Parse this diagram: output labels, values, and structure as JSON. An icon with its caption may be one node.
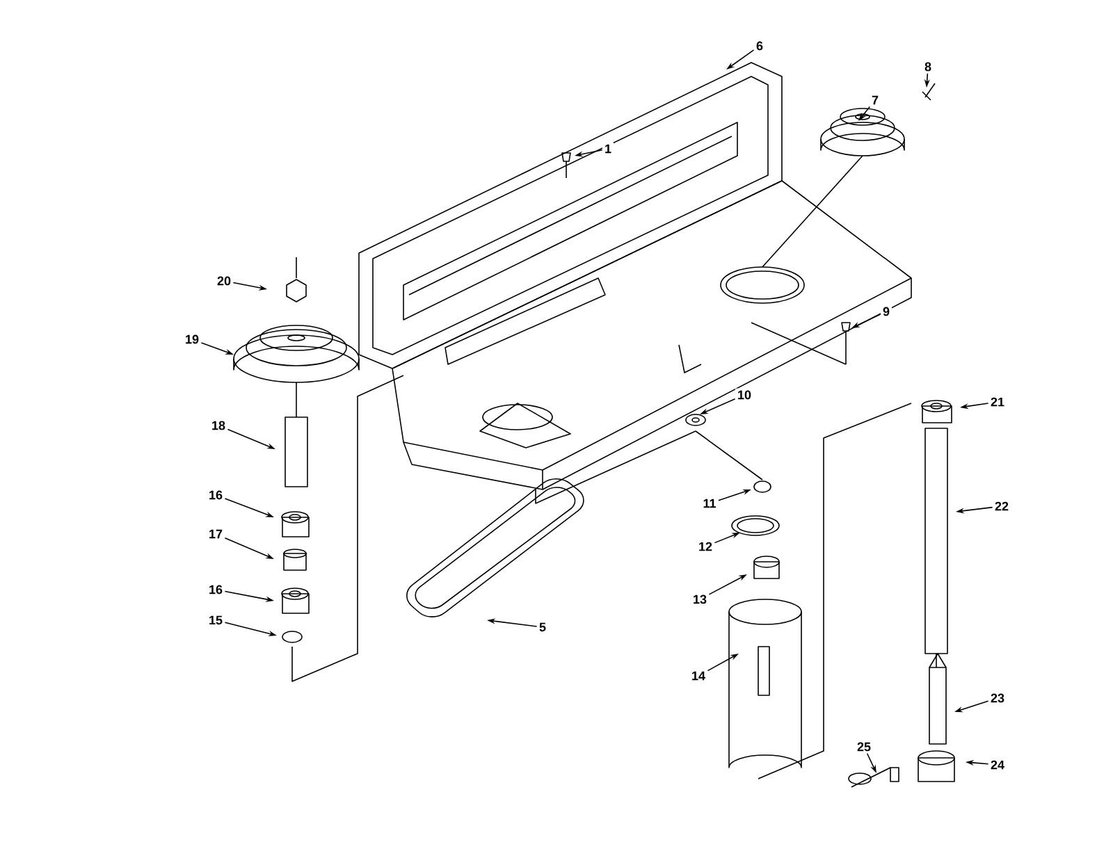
{
  "diagram": {
    "nodes": [
      {
        "text": [
          "6"
        ]
      },
      {
        "text": [
          "8"
        ]
      },
      {
        "text": [
          "7"
        ]
      },
      {
        "text": [
          "1"
        ]
      },
      {
        "text": [
          "20"
        ]
      },
      {
        "text": [
          "9"
        ]
      },
      {
        "text": [
          "19"
        ]
      },
      {
        "text": [
          "10"
        ]
      },
      {
        "text": [
          "21"
        ]
      },
      {
        "text": [
          "18"
        ]
      },
      {
        "text": [
          "16"
        ]
      },
      {
        "text": [
          "11"
        ]
      },
      {
        "text": [
          "22"
        ]
      },
      {
        "text": [
          "17"
        ]
      },
      {
        "text": [
          "12"
        ]
      },
      {
        "text": [
          "16"
        ]
      },
      {
        "text": [
          "13"
        ]
      },
      {
        "text": [
          "15"
        ]
      },
      {
        "text": [
          "5"
        ]
      },
      {
        "text": [
          "14"
        ]
      },
      {
        "text": [
          "23"
        ]
      },
      {
        "text": [
          "25"
        ]
      },
      {
        "text": [
          "24"
        ]
      }
    ],
    "edges": [
      {
        "from": 0,
        "to": null,
        "arrow": "to"
      },
      {
        "from": 1,
        "to": null,
        "arrow": "to"
      },
      {
        "from": 2,
        "to": null,
        "arrow": "to"
      },
      {
        "from": 3,
        "to": null,
        "arrow": "to"
      },
      {
        "from": 4,
        "to": null,
        "arrow": "to"
      },
      {
        "from": 5,
        "to": null,
        "arrow": "to"
      },
      {
        "from": 6,
        "to": null,
        "arrow": "to"
      },
      {
        "from": 7,
        "to": null,
        "arrow": "to"
      },
      {
        "from": 8,
        "to": null,
        "arrow": "to"
      },
      {
        "from": 9,
        "to": null,
        "arrow": "to"
      },
      {
        "from": 10,
        "to": null,
        "arrow": "to"
      },
      {
        "from": 11,
        "to": null,
        "arrow": "to"
      },
      {
        "from": 12,
        "to": null,
        "arrow": "to"
      },
      {
        "from": 13,
        "to": null,
        "arrow": "to"
      },
      {
        "from": 14,
        "to": null,
        "arrow": "to"
      },
      {
        "from": 15,
        "to": null,
        "arrow": "to"
      },
      {
        "from": 16,
        "to": null,
        "arrow": "to"
      },
      {
        "from": 17,
        "to": null,
        "arrow": "to"
      },
      {
        "from": 18,
        "to": null,
        "arrow": "to"
      },
      {
        "from": 19,
        "to": null,
        "arrow": "to"
      },
      {
        "from": 20,
        "to": null,
        "arrow": "to"
      },
      {
        "from": 21,
        "to": null,
        "arrow": "to"
      },
      {
        "from": 22,
        "to": null,
        "arrow": "to"
      }
    ]
  }
}
